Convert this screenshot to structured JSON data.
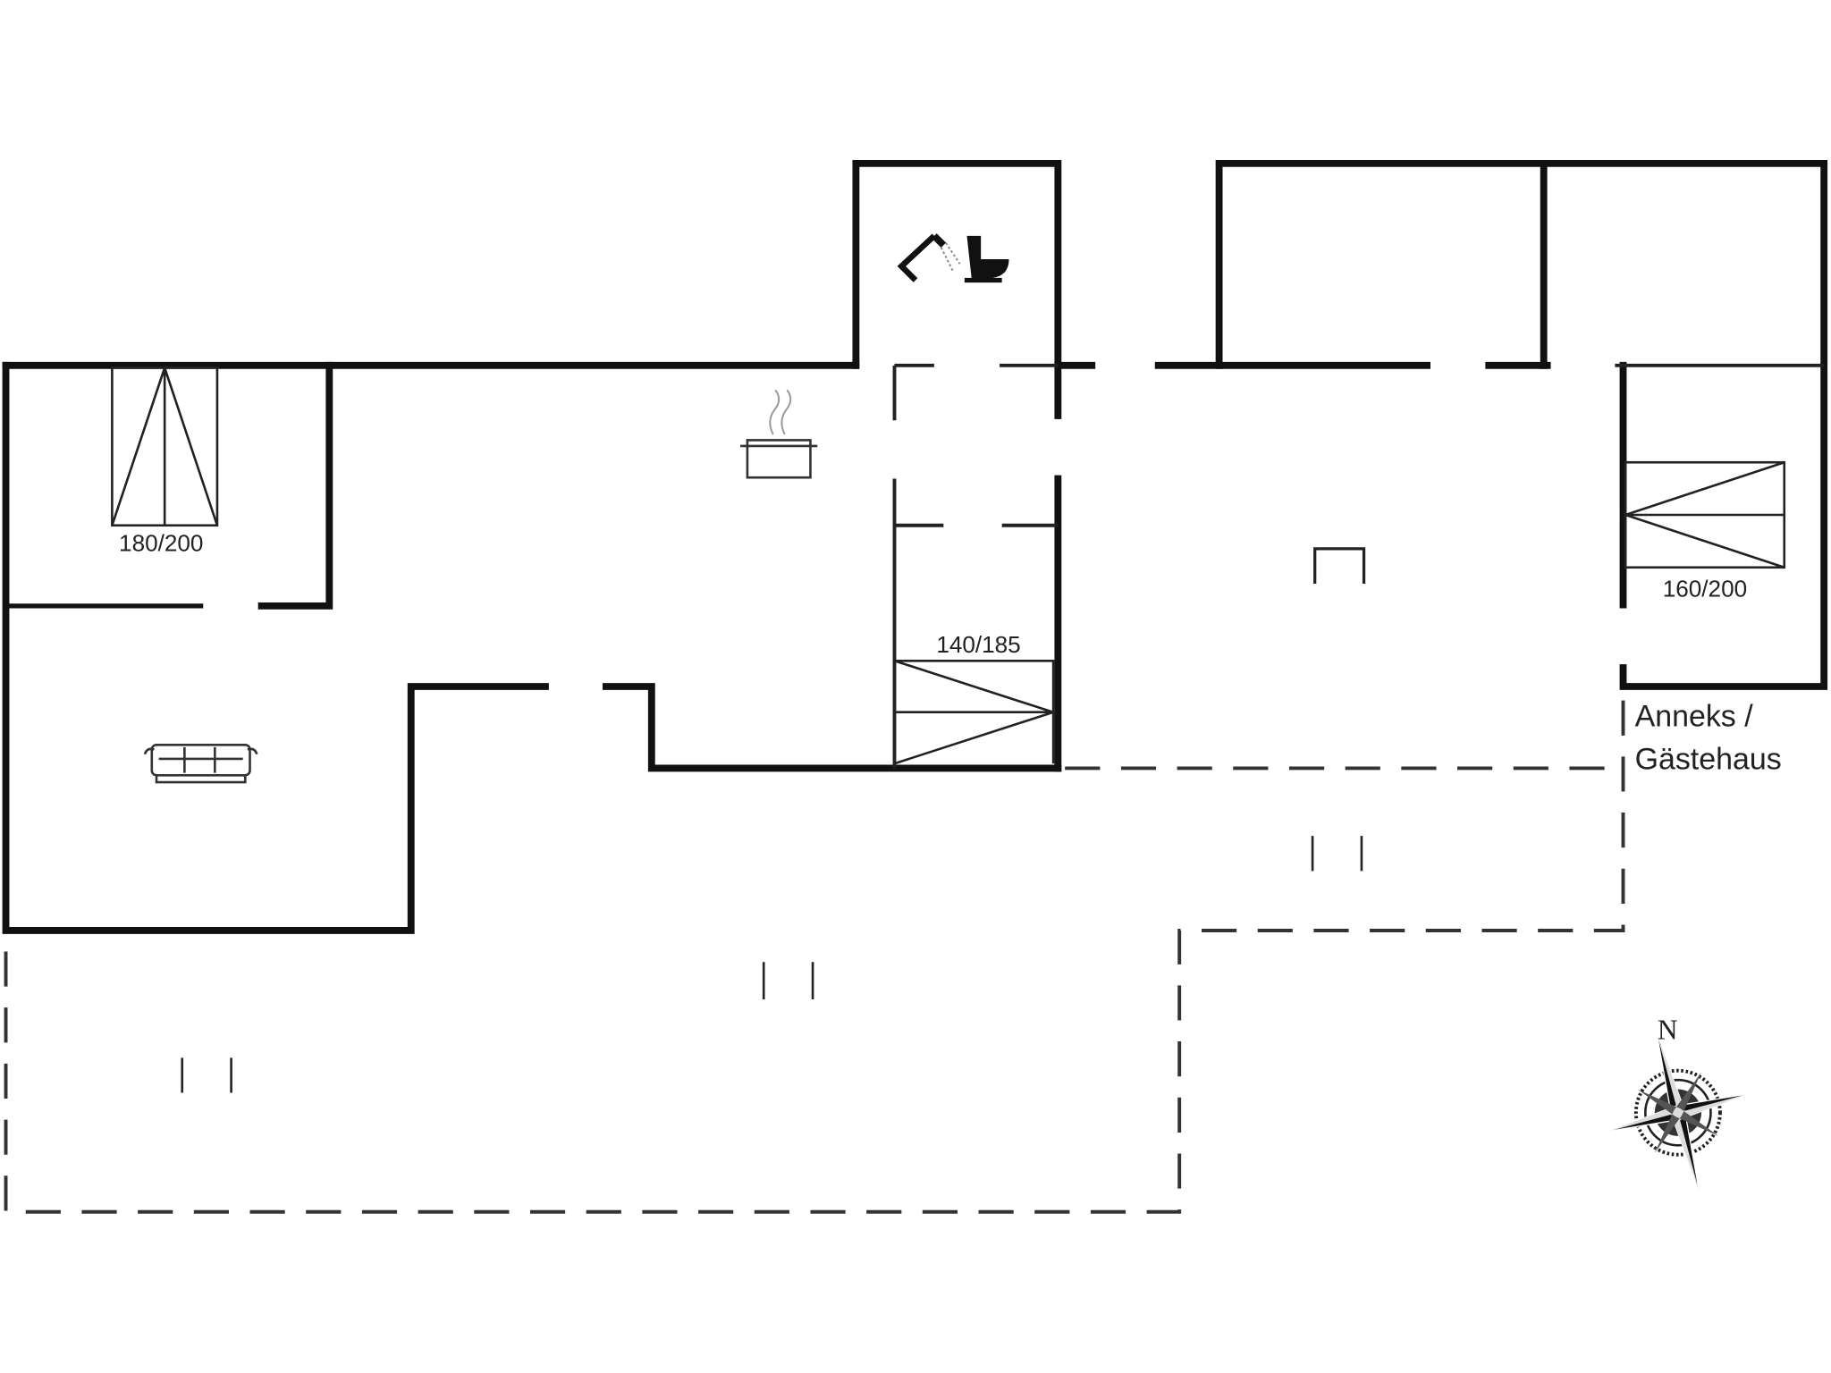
{
  "plan": {
    "beds": [
      {
        "size": "180/200"
      },
      {
        "size": "140/185"
      },
      {
        "size": "160/200"
      }
    ],
    "annex_label": [
      "Anneks /",
      "Gästehaus"
    ],
    "compass": {
      "north": "N"
    },
    "icons": [
      "shower-icon",
      "toilet-icon",
      "cooking-pot-icon",
      "sofa-icon",
      "table-icon",
      "compass-rose-icon"
    ],
    "colors": {
      "wall": "#111111",
      "background": "#ffffff"
    }
  }
}
